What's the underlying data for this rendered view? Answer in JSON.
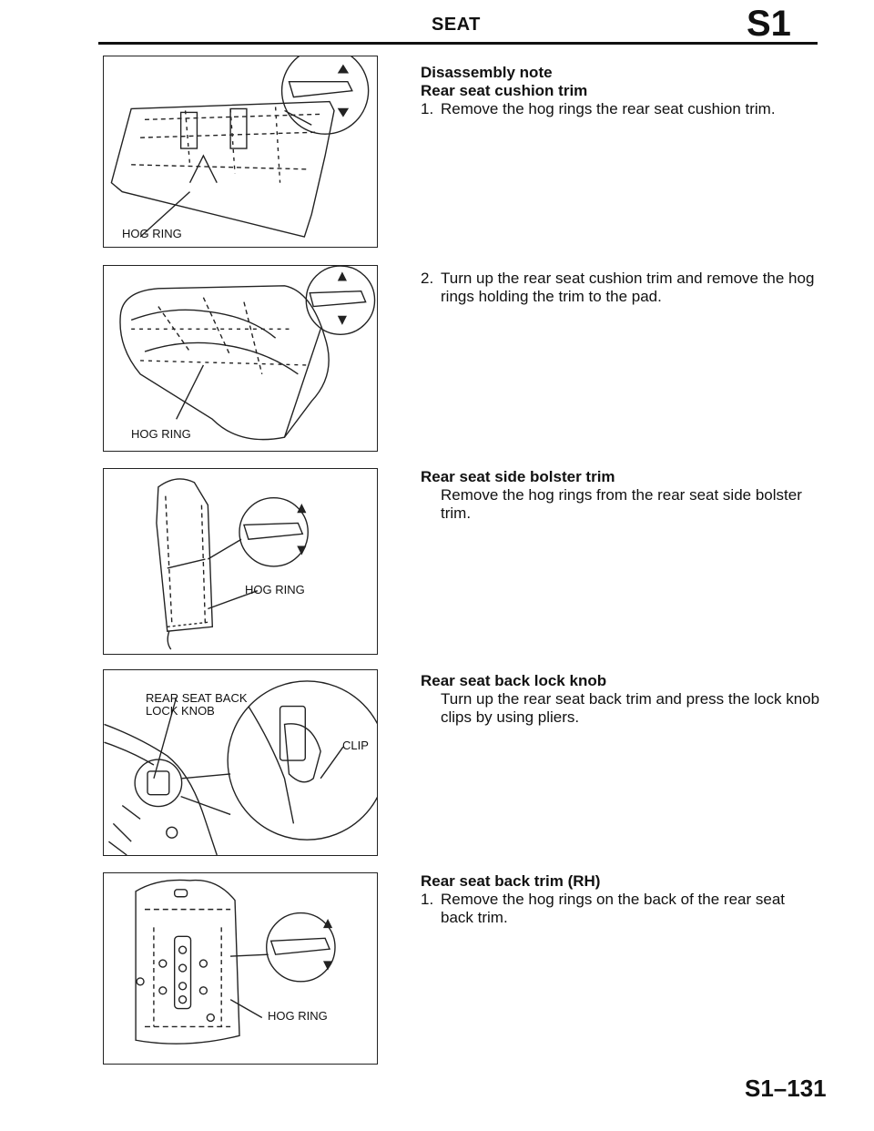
{
  "header": {
    "title": "SEAT",
    "section_code": "S1"
  },
  "figures": [
    {
      "labels": [
        "HOG RING"
      ]
    },
    {
      "labels": [
        "HOG RING"
      ]
    },
    {
      "labels": [
        "HOG RING"
      ]
    },
    {
      "labels": [
        "REAR SEAT BACK\nLOCK KNOB",
        "CLIP"
      ]
    },
    {
      "labels": [
        "HOG RING"
      ]
    }
  ],
  "sections": {
    "disassembly_note": "Disassembly note",
    "cushion": {
      "heading": "Rear seat cushion trim",
      "step1_num": "1.",
      "step1_text": "Remove the hog rings the rear seat cushion trim.",
      "step2_num": "2.",
      "step2_text": "Turn up the rear seat cushion trim and remove the hog rings holding the trim to the pad."
    },
    "side_bolster": {
      "heading": "Rear seat side bolster trim",
      "text": "Remove the hog rings from the rear seat side bolster trim."
    },
    "lock_knob": {
      "heading": "Rear seat back lock knob",
      "text": "Turn up the rear seat back trim and press the lock knob clips by using pliers."
    },
    "back_trim": {
      "heading": "Rear seat back trim (RH)",
      "step1_num": "1.",
      "step1_text": "Remove the hog rings on the back of the rear seat back trim."
    }
  },
  "footer": {
    "page_number": "S1–131"
  }
}
